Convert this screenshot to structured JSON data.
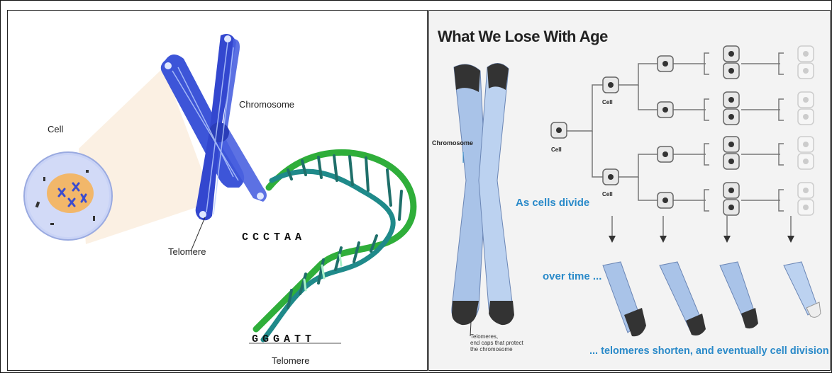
{
  "left_panel": {
    "cell_label": "Cell",
    "chromosome_label": "Chromosome",
    "telomere_label": "Telomere",
    "top_sequence": "CCCTAA",
    "bottom_sequence": "GGGATT",
    "bottom_label": "Telomere",
    "colors": {
      "chromosome": "#3d55d8",
      "dna_green": "#2fae3a",
      "dna_teal": "#1f8a8a",
      "cell": "#b8c6f0"
    }
  },
  "right_panel": {
    "title": "What We Lose With Age",
    "chromosome_label": "Chromosome",
    "cell_labels": [
      "Cell",
      "Cell",
      "Cell"
    ],
    "as_cells_divide": "As cells divide",
    "over_time": "over time ...",
    "telomeres_caption": "Telomeres,\nend caps that protect\nthe chromosome",
    "bottom_text": "... telomeres shorten, and eventually cell division stops",
    "colors": {
      "accent": "#2a8ac9",
      "chromosome": "#a9c3e8",
      "telomere": "#333333"
    }
  }
}
